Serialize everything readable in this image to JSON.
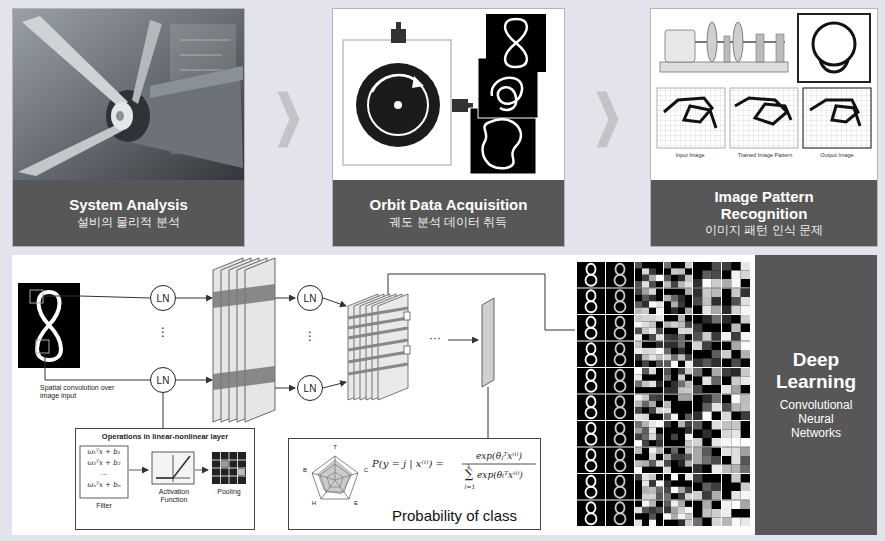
{
  "diagram": {
    "nodes": [
      {
        "text": [
          "System Analysis",
          "설비의 물리적 분석"
        ]
      },
      {
        "text": [
          "Orbit Data Acquisition",
          "궤도 분석 데이터 취득"
        ]
      },
      {
        "text": [
          "Image Pattern Recognition",
          "이미지 패턴 인식 문제"
        ]
      },
      {
        "text": [
          "Deep Learning",
          "Convolutional Neural Networks"
        ]
      },
      {
        "text": [
          "LN"
        ]
      },
      {
        "text": [
          "LN"
        ]
      },
      {
        "text": [
          "LN"
        ]
      },
      {
        "text": [
          "LN"
        ]
      },
      {
        "text": [
          "Operations in linear-nonlinear layer"
        ]
      },
      {
        "text": [
          "Probability of class"
        ]
      }
    ],
    "edges": [
      {
        "from": 0,
        "to": 1,
        "arrow": "to"
      },
      {
        "from": 1,
        "to": 2,
        "arrow": "to"
      },
      {
        "from": 6,
        "to": 8,
        "arrow": "none"
      }
    ],
    "labels": [
      "Input Image",
      "Trained Image Pattern",
      "Output Image",
      "Spatial convolution over image input",
      "⋮",
      "⋮",
      "···",
      "ω₁ᵀx + b₁",
      "ω₂ᵀx + b₂",
      "...",
      "ωₙᵀx + bₙ",
      "Filter",
      "Activation Function",
      "Pooling",
      "T",
      "C",
      "E",
      "H",
      "B",
      "P(y = j | x⁽ⁱ⁾) =",
      "exp(θⱼᵀx⁽ⁱ⁾)",
      "k",
      "∑",
      "l=1",
      "exp(θₗᵀx⁽ⁱ⁾)"
    ]
  }
}
